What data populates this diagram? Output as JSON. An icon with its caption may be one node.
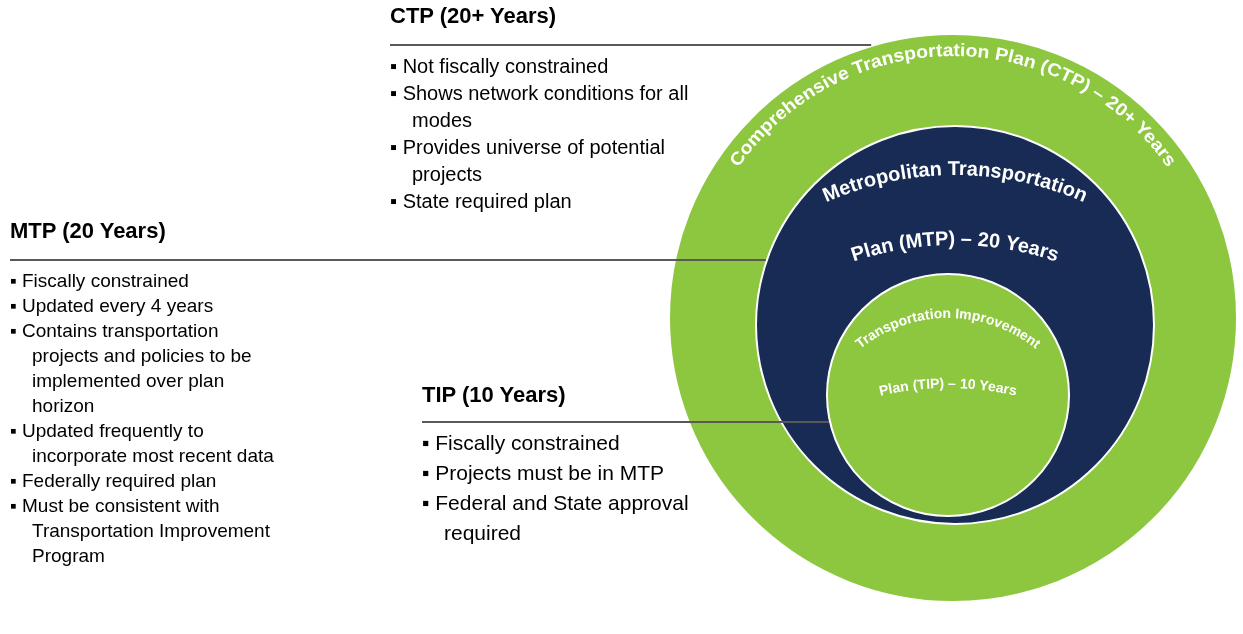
{
  "diagram": {
    "nodes": [
      {
        "text": [
          "Comprehensive Transportation Plan (CTP) – 20+ Years"
        ]
      },
      {
        "text": [
          "Metropolitan Transportation Plan (MTP) – 20 Years"
        ],
        "in": 0
      },
      {
        "text": [
          "Transportation Improvement Plan (TIP) – 10 Years"
        ],
        "in": 1
      },
      {
        "text": [
          "CTP (20+ Years)",
          "▪ Not fiscally constrained",
          "▪ Shows network conditions for all modes",
          "▪ Provides universe of potential projects",
          "▪ State required plan"
        ]
      },
      {
        "text": [
          "MTP (20 Years)",
          "▪ Fiscally constrained",
          "▪ Updated every 4 years",
          "▪ Contains transportation projects and policies to be implemented over plan horizon",
          "▪ Updated frequently to incorporate most recent data",
          "▪ Federally required plan",
          "▪ Must be consistent with Transportation Improvement Program"
        ]
      },
      {
        "text": [
          "TIP (10 Years)",
          "▪ Fiscally constrained",
          "▪ Projects must be in MTP",
          "▪ Federal and State approval required"
        ]
      }
    ],
    "edges": [
      {
        "from": 3,
        "to": 0,
        "arrow": "none"
      },
      {
        "from": 4,
        "to": 1,
        "arrow": "none"
      },
      {
        "from": 5,
        "to": 2,
        "arrow": "none"
      }
    ]
  }
}
